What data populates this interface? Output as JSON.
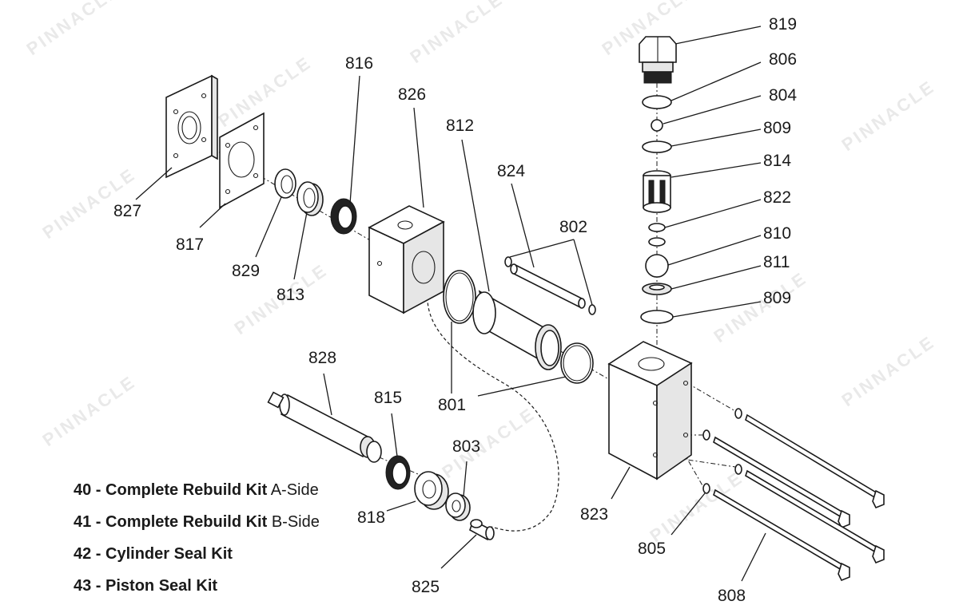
{
  "watermark": "PINNACLE",
  "part_labels": {
    "p801": "801",
    "p802": "802",
    "p803": "803",
    "p804": "804",
    "p805": "805",
    "p806": "806",
    "p808": "808",
    "p809a": "809",
    "p809b": "809",
    "p810": "810",
    "p811": "811",
    "p812": "812",
    "p813": "813",
    "p814": "814",
    "p815": "815",
    "p816": "816",
    "p817": "817",
    "p818": "818",
    "p819": "819",
    "p822": "822",
    "p823": "823",
    "p824": "824",
    "p825": "825",
    "p826": "826",
    "p827": "827",
    "p828": "828",
    "p829": "829"
  },
  "kits": [
    {
      "number": "40",
      "name": "Complete Rebuild Kit",
      "side": "A-Side"
    },
    {
      "number": "41",
      "name": "Complete Rebuild Kit",
      "side": "B-Side"
    },
    {
      "number": "42",
      "name": "Cylinder Seal Kit",
      "side": ""
    },
    {
      "number": "43",
      "name": "Piston Seal Kit",
      "side": ""
    }
  ]
}
